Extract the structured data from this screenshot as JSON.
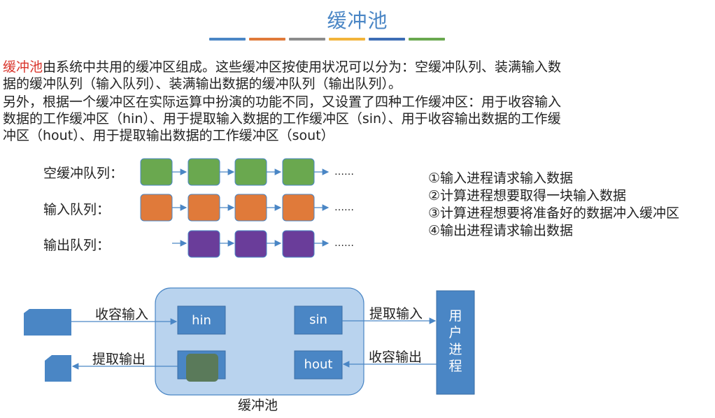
{
  "title": "缓冲池",
  "title_bar_colors": [
    "#4a86c5",
    "#e07a3a",
    "#8c8c8c",
    "#f2b43b",
    "#3d6db5",
    "#6aa84f"
  ],
  "intro": {
    "highlight": "缓冲池",
    "line1_rest": "由系统中共用的缓冲区组成。这些缓冲区按使用状况可以分为：空缓冲队列、装满输入数",
    "line2": "据的缓冲队列（输入队列）、装满输出数据的缓冲队列（输出队列）。",
    "line3": "另外，根据一个缓冲区在实际运算中扮演的功能不同，又设置了四种工作缓冲区：用于收容输入",
    "line4": "数据的工作缓冲区（hin）、用于提取输入数据的工作缓冲区（sin）、用于收容输出数据的工作缓",
    "line5": "冲区（hout）、用于提取输出数据的工作缓冲区（sout）"
  },
  "queues": [
    {
      "label": "空缓冲队列：",
      "color": "#6aa84f",
      "count": 4,
      "ellipsis": "……"
    },
    {
      "label": "输入队列：",
      "color": "#e07a3a",
      "count": 4,
      "ellipsis": "……"
    },
    {
      "label": "输出队列：",
      "color": "#6a3d9a",
      "count": 3,
      "ellipsis": "……"
    }
  ],
  "steps": [
    "①输入进程请求输入数据",
    "②计算进程想要取得一块输入数据",
    "③计算进程想要将准备好的数据冲入缓冲区",
    "④输出进程请求输出数据"
  ],
  "pool": {
    "label": "缓冲池",
    "hin": "hin",
    "sin": "sin",
    "hout": "hout",
    "left_top_arrow": "收容输入",
    "left_bottom_arrow": "提取输出",
    "right_top_arrow": "提取输入",
    "right_bottom_arrow": "收容输出",
    "user_process": "用户进程"
  },
  "colors": {
    "accent": "#4a86c5",
    "box_blue": "#4a86c5",
    "pool_fill": "#b9d3ee",
    "sout_fill": "#5a7a5a",
    "red_text": "#d9342b"
  }
}
